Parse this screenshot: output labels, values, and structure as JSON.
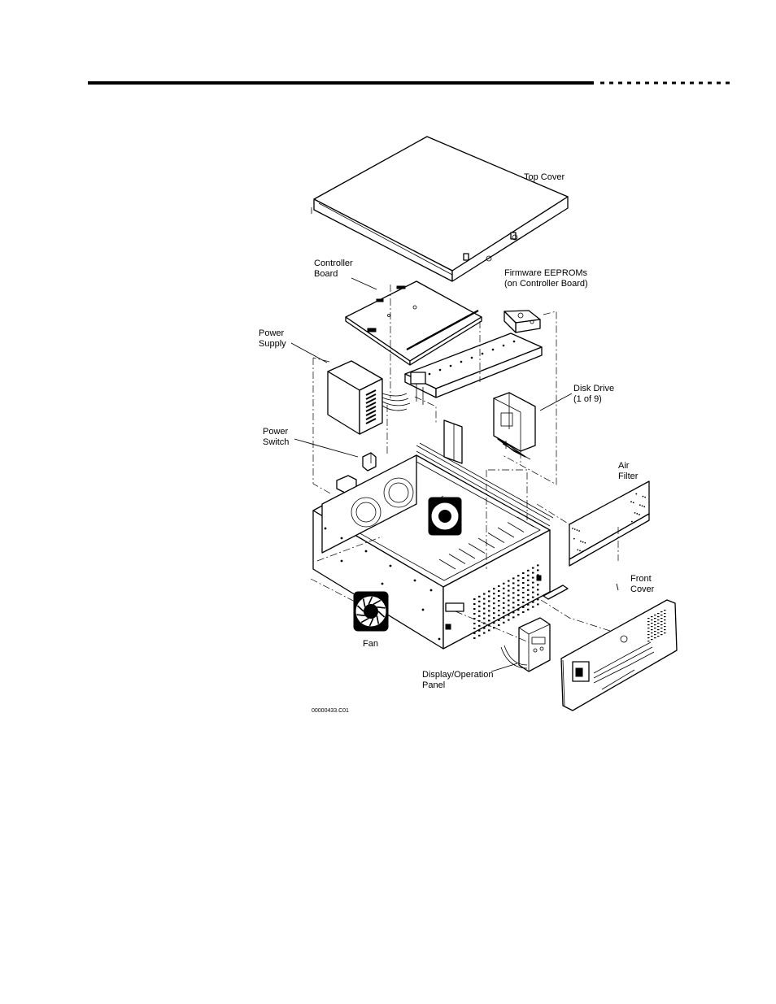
{
  "figure": {
    "code": "00000433.C01",
    "labels": {
      "top_cover": "Top Cover",
      "controller_board_1": "Controller",
      "controller_board_2": "Board",
      "eeproms_1": "Firmware EEPROMs",
      "eeproms_2": "(on Controller Board)",
      "power_supply_1": "Power",
      "power_supply_2": "Supply",
      "disk_drive_1": "Disk Drive",
      "disk_drive_2": "(1 of 9)",
      "power_switch_1": "Power",
      "power_switch_2": "Switch",
      "air_filter_1": "Air",
      "air_filter_2": "Filter",
      "front_cover_1": "Front",
      "front_cover_2": "Cover",
      "fan": "Fan",
      "display_panel_1": "Display/Operation",
      "display_panel_2": "Panel"
    }
  }
}
